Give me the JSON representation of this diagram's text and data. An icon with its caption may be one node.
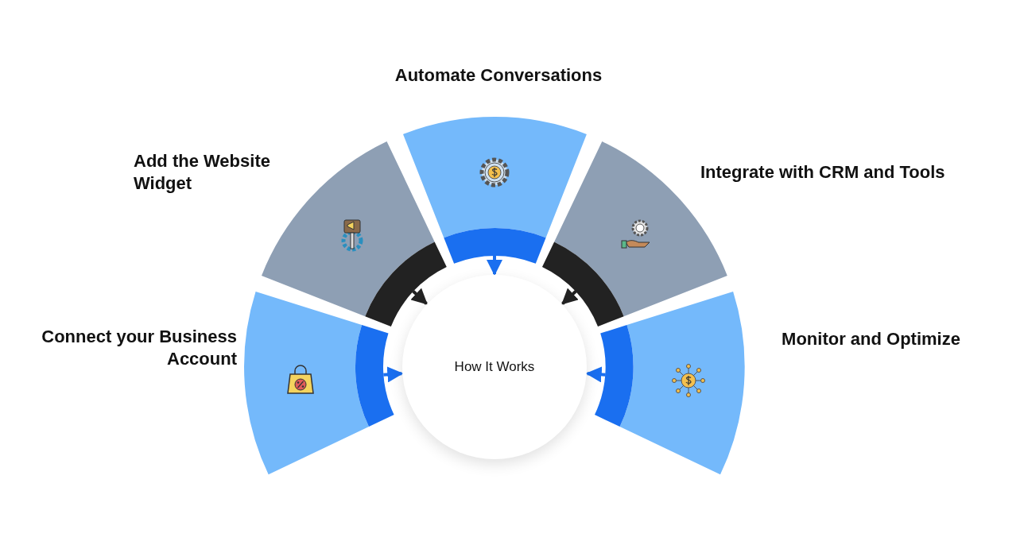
{
  "diagram": {
    "nodes": [
      {
        "text": [
          "Connect your Business Account"
        ]
      },
      {
        "text": [
          "Add the Website Widget"
        ]
      },
      {
        "text": [
          "Automate Conversations"
        ]
      },
      {
        "text": [
          "Integrate with CRM and Tools"
        ]
      },
      {
        "text": [
          "Monitor and Optimize"
        ]
      },
      {
        "text": [
          "How It Works"
        ]
      }
    ],
    "edges": [
      {
        "from": 0,
        "to": 5,
        "arrow": "to"
      },
      {
        "from": 1,
        "to": 5,
        "arrow": "to",
        "color": "#222222"
      },
      {
        "from": 2,
        "to": 5,
        "arrow": "to"
      },
      {
        "from": 3,
        "to": 5,
        "arrow": "to",
        "color": "#222222"
      },
      {
        "from": 4,
        "to": 5,
        "arrow": "to"
      }
    ]
  }
}
